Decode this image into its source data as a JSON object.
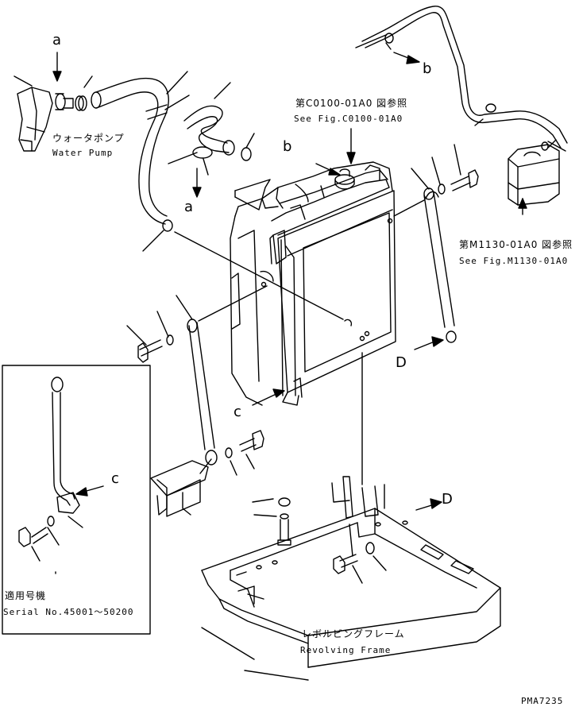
{
  "drawing_id": "PMA7235",
  "callouts": {
    "a_top": "a",
    "a_mid": "a",
    "b_top": "b",
    "b_mid": "b",
    "c_main": "c",
    "c_inset": "c",
    "d_right": "D",
    "d_bottom": "D"
  },
  "water_pump": {
    "jp": "ウォータポンプ",
    "en": "Water Pump"
  },
  "ref_c0100": {
    "jp": "第C0100-01A0 図参照",
    "en": "See Fig.C0100-01A0"
  },
  "ref_m1130": {
    "jp": "第M1130-01A0 図参照",
    "en": "See Fig.M1130-01A0"
  },
  "inset": {
    "title_jp": "適用号機",
    "serial": "Serial No.45001～50200"
  },
  "frame": {
    "jp": "レボルビングフレーム",
    "en": "Revolving Frame"
  },
  "colors": {
    "line": "#000000",
    "background": "#ffffff"
  }
}
